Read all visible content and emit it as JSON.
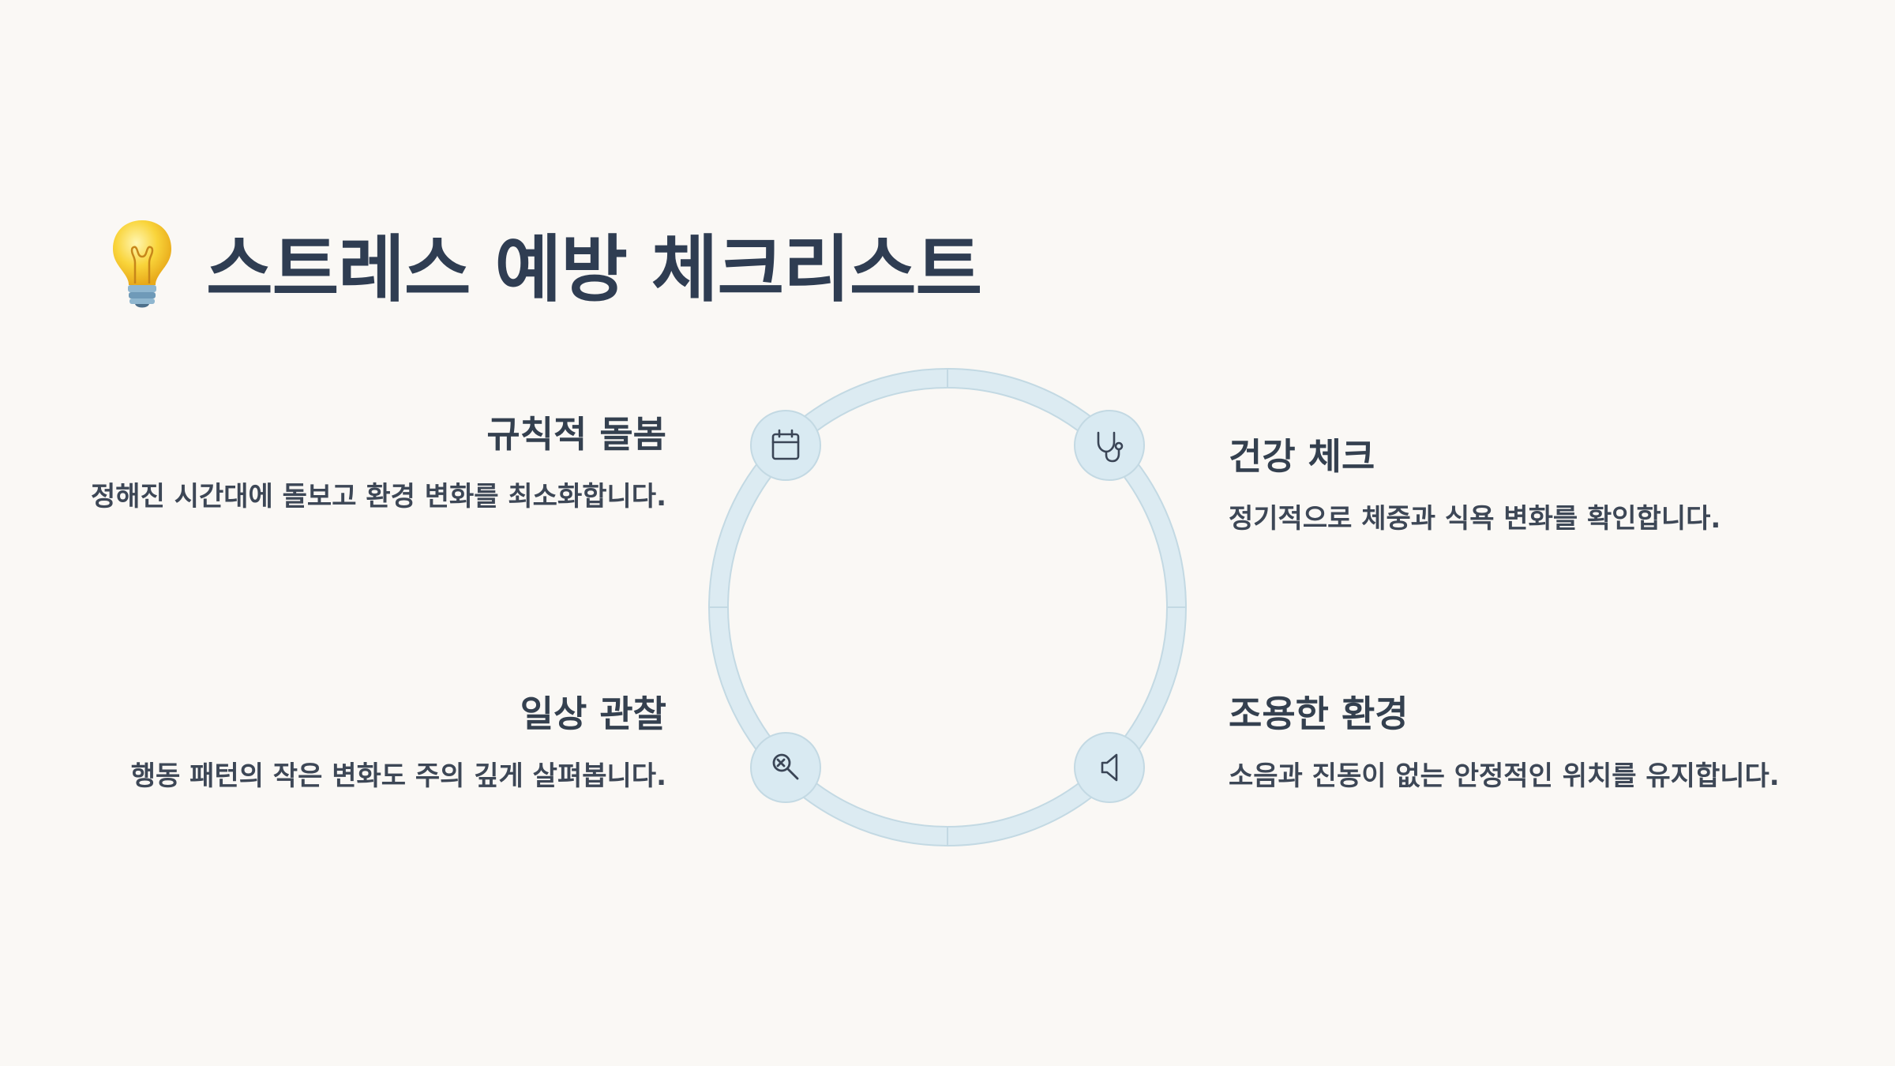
{
  "title": {
    "icon": "lightbulb-icon",
    "text": "스트레스 예방 체크리스트"
  },
  "items": {
    "top_left": {
      "title": "규칙적 돌봄",
      "description": "정해진 시간대에 돌보고 환경 변화를 최소화합니다.",
      "icon": "calendar-icon"
    },
    "top_right": {
      "title": "건강 체크",
      "description": "정기적으로 체중과 식욕 변화를 확인합니다.",
      "icon": "stethoscope-icon"
    },
    "bottom_left": {
      "title": "일상 관찰",
      "description": "행동 패턴의 작은 변화도 주의 깊게 살펴봅니다.",
      "icon": "search-icon"
    },
    "bottom_right": {
      "title": "조용한 환경",
      "description": "소음과 진동이 없는 안정적인 위치를 유지합니다.",
      "icon": "speaker-icon"
    }
  },
  "colors": {
    "background": "#faf8f5",
    "ring": "#dcebf2",
    "ring_stroke": "#c3d9e3",
    "node_fill": "#d9eaf2",
    "text_dark": "#2f3d52",
    "icon_stroke": "#3a4556",
    "bulb_yellow": "#f9d43a",
    "bulb_base": "#8fb6cf"
  }
}
